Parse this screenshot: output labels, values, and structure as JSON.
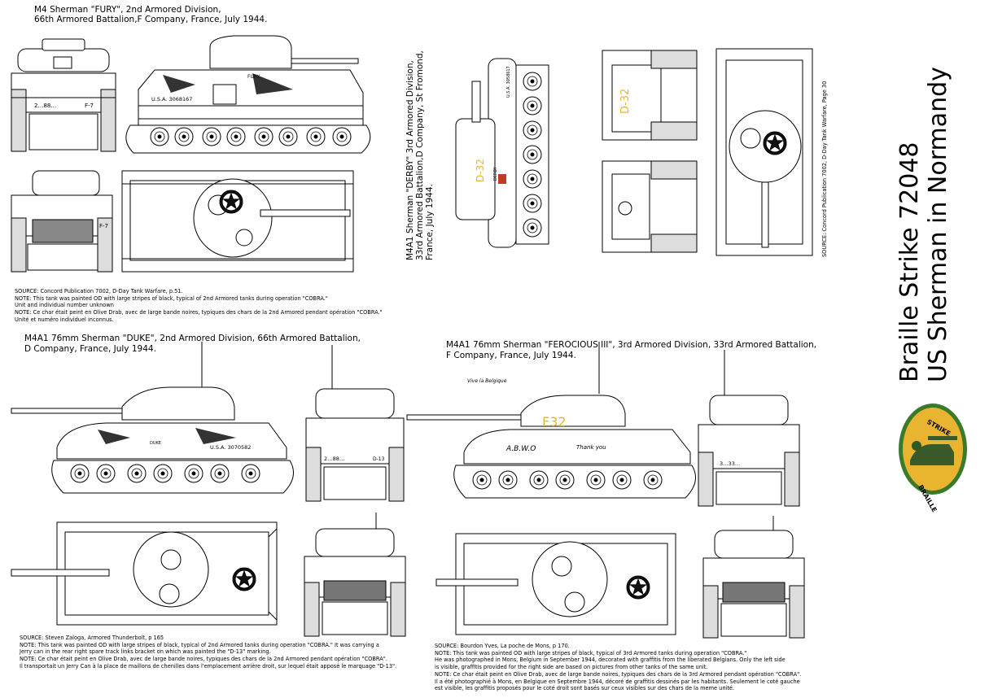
{
  "fury": {
    "caption": [
      "M4 Sherman \"FURY\", 2nd Armored Division,",
      "66th Armored Battalion,F Company,   France, July 1944."
    ],
    "marking_serial": "U.S.A. 3068167",
    "marking_name": "FURY",
    "marking_front_left": "2…88…",
    "marking_front_right": "F-7",
    "source": [
      "SOURCE: Concord Publication 7002, D-Day Tank Warfare, p.51.",
      "NOTE: This tank was painted OD with large stripes of black, typical of 2nd Armored tanks during operation \"COBRA.\"",
      "Unit and individual number unknown",
      "NOTE: Ce char était peint en Olive Drab, avec de large bande noires, typiques des chars de la 2nd Armored pendant opération \"COBRA.\"",
      "Unité et numéro individuel inconnus."
    ]
  },
  "derby": {
    "caption": [
      "M4A1 Sherman \"DERBY\" 3rd Armored Division,",
      "33rd Armored Battalion,D Company, St Fromond,",
      "France, July 1944."
    ],
    "marking": "D-32",
    "marking_name": "DERBY",
    "marking_serial": "U.S.A. 3058617",
    "source": "SOURCE: Concord Publication 7002, D-Day Tank Warfare, Page 30"
  },
  "duke": {
    "caption": [
      "M4A1 76mm  Sherman \"DUKE\", 2nd Armored Division, 66th Armored Battalion,",
      "D Company, France, July 1944."
    ],
    "marking_serial": "U.S.A. 3070582",
    "marking_name": "DUKE",
    "marking_front": "2…88…",
    "marking_front_right": "D-13",
    "source": [
      "SOURCE: Steven Zaloga, Armored Thunderbolt, p 165",
      "NOTE: This tank was painted OD with large stripes of black, typical of 2nd Armored tanks during operation \"COBRA.\" It was carrying a",
      "Jerry  can in the rear right  spare track links bracket on which was painted the \"D-13\" marking.",
      "NOTE: Ce char était peint en Olive Drab, avec de large bande noires, typiques des chars de la 2nd Armored pendant opération \"COBRA\".",
      "Il transportait un Jerry Can à la place de maillons de chenilles dans l'emplacement arrière droit, sur lequel était apposé le marquage \"D-13\"."
    ]
  },
  "ferocious": {
    "caption": [
      "M4A1 76mm  Sherman \"FEROCIOUS III\", 3rd Armored Division, 33rd Armored Battalion,",
      "F Company, France, July 1944."
    ],
    "marking": "F32",
    "marking_front": "3…33…",
    "graffiti": [
      "Vive la Belgique",
      "Thank you",
      "A.B.W.O"
    ],
    "source": [
      "SOURCE: Bourdon Yves, La poche de Mons, p 170.",
      "NOTE: This tank was painted OD with large stripes of black, typical of 3rd Armored tanks during operation \"COBRA.\"",
      "He was photographed in Mons, Belgium in September 1944, decorated with graffitis from the liberated Belgians. Only the left side",
      "is visible, graffitis provided for the right side are based on pictures from other tanks of the same unit.",
      "NOTE: Ce char était peint en Olive Drab, avec de large bande noires, typiques des chars de la 3rd Armored pendant opération \"COBRA\".",
      "Il a été photographié à Mons, en Belgique en Septembre 1944, décoré de graffitis dessinés par les habitants. Seulement le coté gauche",
      "est visible, les graffitis proposés pour le coté droit sont basés sur ceux visibles sur des chars de la meme unité."
    ]
  },
  "title": [
    "Braille Strike 72048",
    "US Sherman in Normandy"
  ],
  "logo": {
    "top": "STRIKE",
    "bottom": "BRAILLE",
    "bg": "#e9b531",
    "ring": "#3a7a2a"
  }
}
